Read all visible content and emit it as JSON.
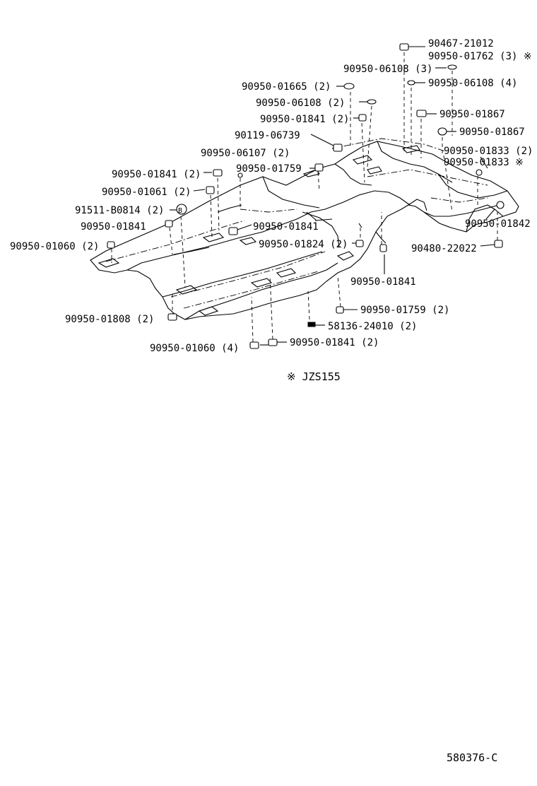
{
  "labels": {
    "l01": "90467-21012",
    "l02": "90950-01762 (3) ※",
    "l03": "90950-06108 (3)",
    "l04": "90950-06108 (4)",
    "l05": "90950-01665 (2)",
    "l06": "90950-06108 (2)",
    "l07": "90950-01867",
    "l08": "90950-01841 (2)",
    "l09": "90950-01867",
    "l10": "90119-06739",
    "l11": "90950-01833 (2)",
    "l12": "90950-06107 (2)",
    "l13": "90950-01833 ※",
    "l14": "90950-01841 (2)",
    "l15": "90950-01759",
    "l16": "90950-01061 (2)",
    "l17": "91511-B0814 (2)",
    "l18": "90950-01842",
    "l19": "90950-01841",
    "l20": "90950-01841",
    "l21": "90950-01824 (2)",
    "l22": "90950-01060 (2)",
    "l23": "90480-22022",
    "l24": "90950-01841",
    "l25": "90950-01759 (2)",
    "l26": "90950-01808 (2)",
    "l27": "58136-24010 (2)",
    "l28": "90950-01060 (4)",
    "l29": "90950-01841 (2)"
  },
  "b_marker": "B",
  "note": "※  JZS155",
  "drawing_number": "580376-C"
}
